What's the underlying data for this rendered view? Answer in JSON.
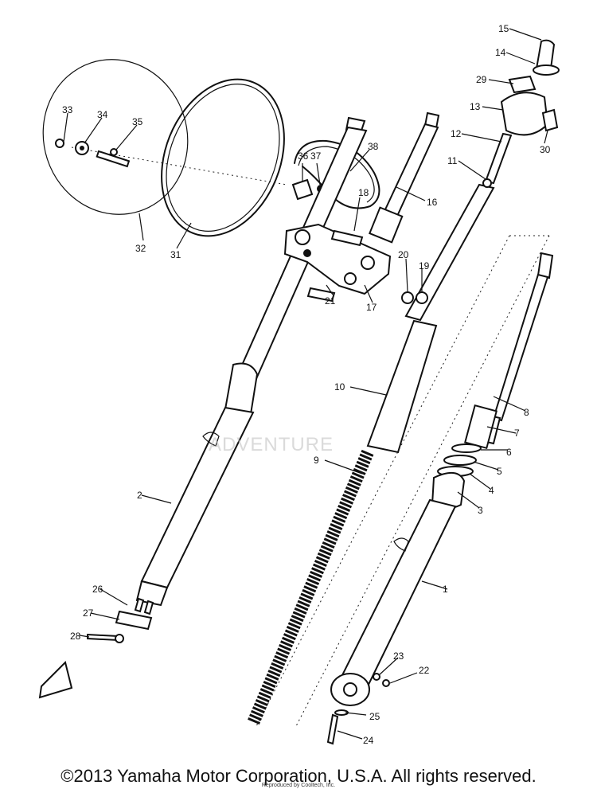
{
  "diagram": {
    "labels": [
      "1",
      "2",
      "3",
      "4",
      "5",
      "6",
      "7",
      "8",
      "9",
      "10",
      "11",
      "12",
      "13",
      "14",
      "15",
      "16",
      "17",
      "18",
      "19",
      "20",
      "21",
      "22",
      "23",
      "24",
      "25",
      "26",
      "27",
      "28",
      "29",
      "30",
      "31",
      "32",
      "33",
      "34",
      "35",
      "36",
      "37",
      "38"
    ],
    "watermark": "ADVENTURE",
    "copyright": "©2013 Yamaha Motor Corporation, U.S.A. All rights reserved.",
    "credit": "Reproduced by Cooltech, Inc."
  }
}
